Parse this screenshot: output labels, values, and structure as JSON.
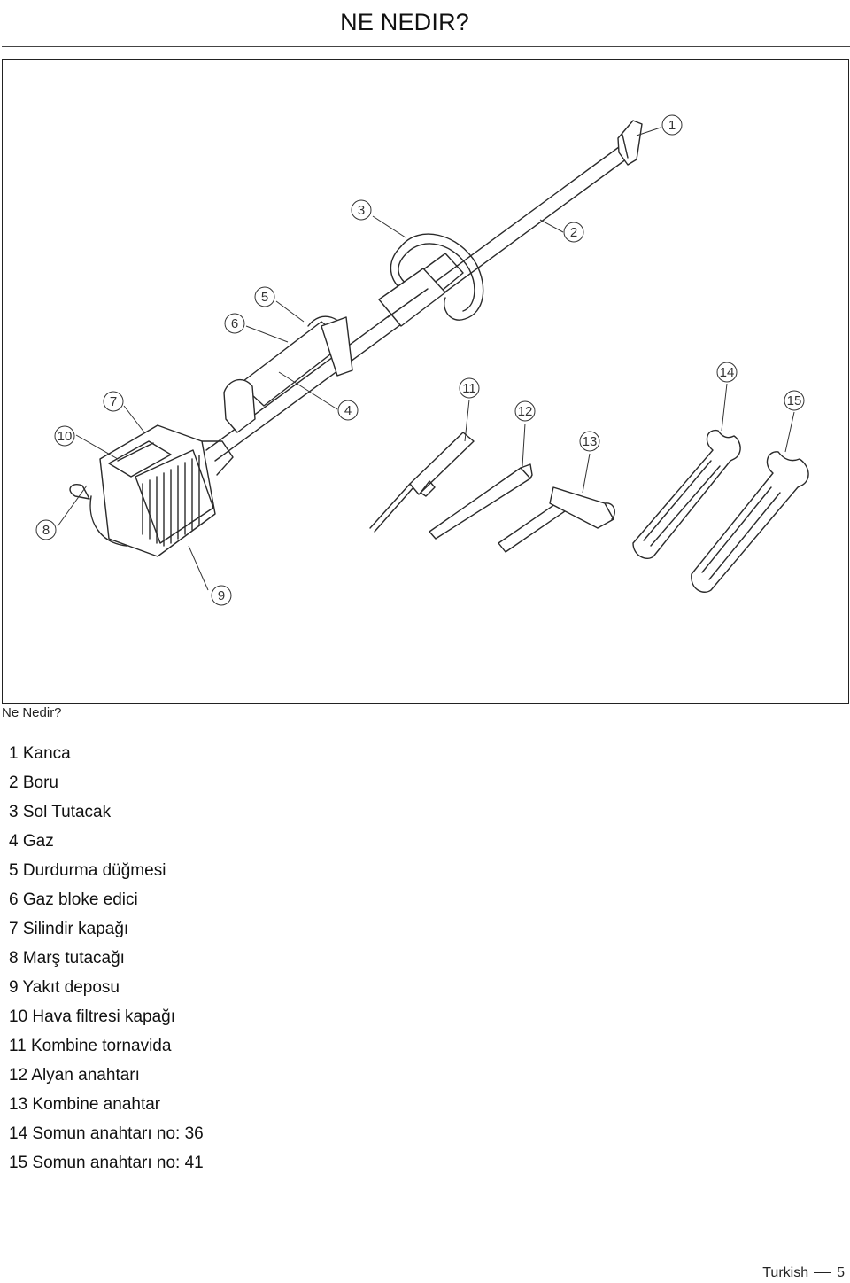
{
  "header": {
    "title": "NE NEDIR?"
  },
  "figure": {
    "callouts": [
      {
        "num": "1"
      },
      {
        "num": "2"
      },
      {
        "num": "3"
      },
      {
        "num": "4"
      },
      {
        "num": "5"
      },
      {
        "num": "6"
      },
      {
        "num": "7"
      },
      {
        "num": "8"
      },
      {
        "num": "9"
      },
      {
        "num": "10"
      },
      {
        "num": "11"
      },
      {
        "num": "12"
      },
      {
        "num": "13"
      },
      {
        "num": "14"
      },
      {
        "num": "15"
      }
    ]
  },
  "caption": "Ne Nedir?",
  "parts": [
    "1 Kanca",
    "2 Boru",
    "3 Sol Tutacak",
    "4 Gaz",
    "5 Durdurma düğmesi",
    "6 Gaz bloke edici",
    "7 Silindir kapağı",
    "8 Marş tutacağı",
    "9 Yakıt deposu",
    "10 Hava filtresi kapağı",
    "11 Kombine tornavida",
    "12 Alyan anahtarı",
    "13 Kombine anahtar",
    "14 Somun anahtarı no: 36",
    "15 Somun anahtarı no: 41"
  ],
  "footer": {
    "language": "Turkish",
    "page": "5"
  }
}
